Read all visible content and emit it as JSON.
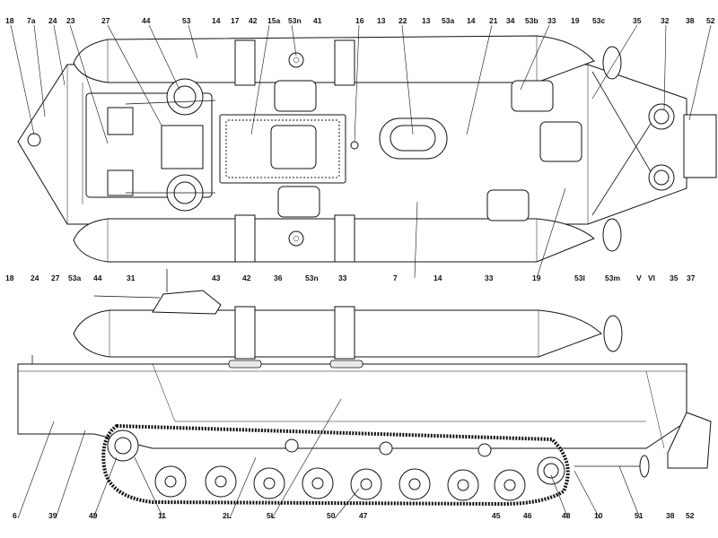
{
  "callouts": {
    "top": [
      "18",
      "7a",
      "24",
      "23",
      "27",
      "44",
      "53",
      "14",
      "17",
      "42",
      "15a",
      "53n",
      "41",
      "16",
      "13",
      "22",
      "13",
      "53a",
      "14",
      "21",
      "34",
      "53b",
      "33",
      "19",
      "53c",
      "35",
      "32",
      "38",
      "52"
    ],
    "top_bottom": [
      "42",
      "36",
      "53n",
      "33",
      "7",
      "14",
      "33",
      "19",
      "53l",
      "53m",
      "V",
      "VI",
      "35",
      "37"
    ],
    "side_upper": [
      "18",
      "24",
      "27",
      "53a",
      "44",
      "31",
      "43"
    ],
    "side_bottom": [
      "6",
      "39",
      "49",
      "11",
      "2L",
      "5L",
      "50",
      "47",
      "45",
      "46",
      "48",
      "10",
      "51",
      "38",
      "52"
    ]
  }
}
